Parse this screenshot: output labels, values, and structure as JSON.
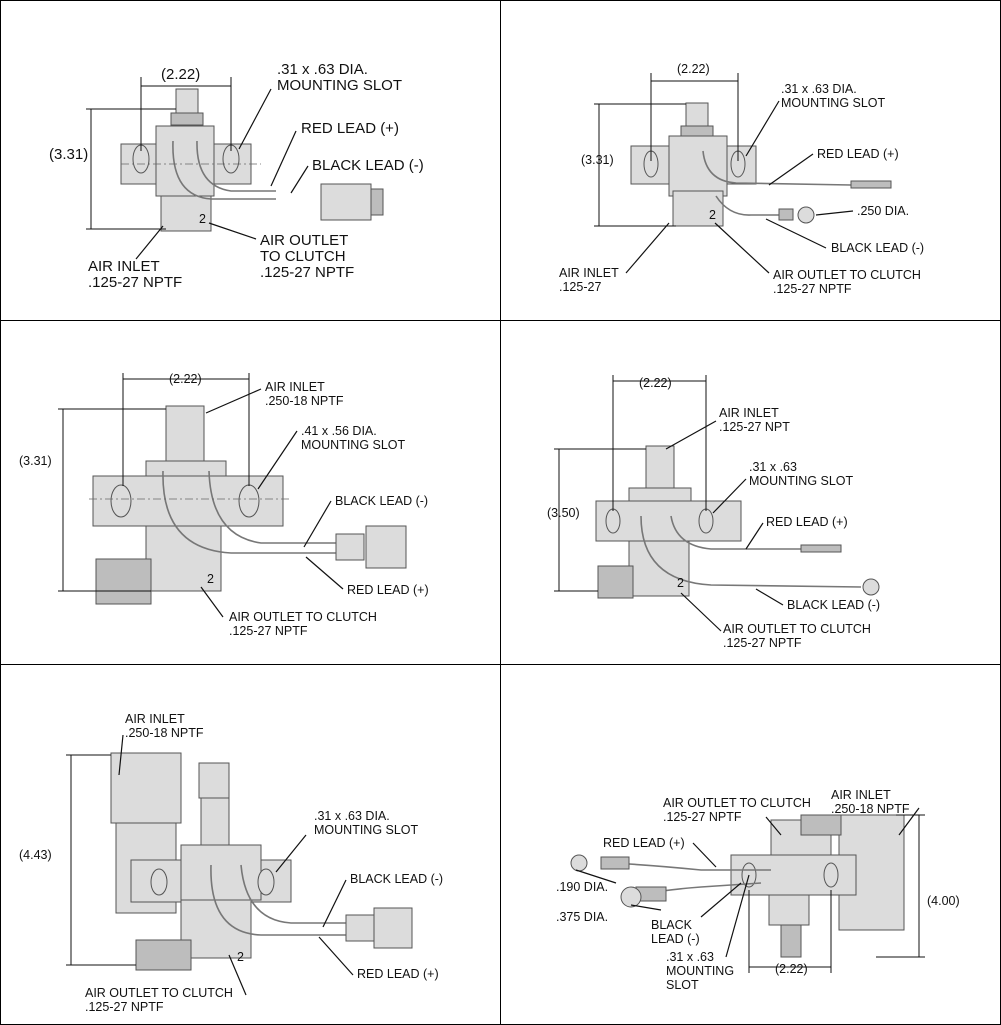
{
  "panels": [
    {
      "id": "tl",
      "labels": {
        "width_dim": "(2.22)",
        "height_dim": "(3.31)",
        "slot": ".31 x .63 DIA.",
        "slot2": "MOUNTING SLOT",
        "red": "RED LEAD (+)",
        "black": "BLACK LEAD (-)",
        "inlet": "AIR INLET",
        "inlet2": ".125-27 NPTF",
        "outlet": "AIR OUTLET",
        "outlet2": "TO CLUTCH",
        "outlet3": ".125-27 NPTF",
        "port": "2"
      }
    },
    {
      "id": "tr",
      "labels": {
        "width_dim": "(2.22)",
        "height_dim": "(3.31)",
        "slot": ".31 x .63 DIA.",
        "slot2": "MOUNTING SLOT",
        "red": "RED LEAD (+)",
        "dia": ".250 DIA.",
        "black": "BLACK LEAD (-)",
        "inlet": "AIR INLET",
        "inlet2": ".125-27",
        "outlet": "AIR OUTLET TO CLUTCH",
        "outlet2": ".125-27 NPTF",
        "port": "2"
      }
    },
    {
      "id": "ml",
      "labels": {
        "width_dim": "(2.22)",
        "height_dim": "(3.31)",
        "inlet": "AIR INLET",
        "inlet2": ".250-18 NPTF",
        "slot": ".41 x .56 DIA.",
        "slot2": "MOUNTING SLOT",
        "black": "BLACK LEAD (-)",
        "red": "RED LEAD (+)",
        "outlet": "AIR OUTLET TO CLUTCH",
        "outlet2": ".125-27 NPTF",
        "port": "2"
      }
    },
    {
      "id": "mr",
      "labels": {
        "width_dim": "(2.22)",
        "height_dim": "(3.50)",
        "inlet": "AIR INLET",
        "inlet2": ".125-27 NPT",
        "slot": ".31 x .63",
        "slot2": "MOUNTING SLOT",
        "red": "RED LEAD (+)",
        "black": "BLACK LEAD (-)",
        "outlet": "AIR OUTLET TO CLUTCH",
        "outlet2": ".125-27 NPTF",
        "port": "2"
      }
    },
    {
      "id": "bl",
      "labels": {
        "height_dim": "(4.43)",
        "inlet": "AIR INLET",
        "inlet2": ".250-18 NPTF",
        "slot": ".31 x .63 DIA.",
        "slot2": "MOUNTING SLOT",
        "black": "BLACK LEAD (-)",
        "red": "RED LEAD (+)",
        "outlet": "AIR OUTLET TO CLUTCH",
        "outlet2": ".125-27 NPTF",
        "port": "2"
      }
    },
    {
      "id": "br",
      "labels": {
        "outlet": "AIR OUTLET TO CLUTCH",
        "outlet2": ".125-27 NPTF",
        "inlet": "AIR INLET",
        "inlet2": ".250-18 NPTF",
        "red": "RED LEAD (+)",
        "dia1": ".190 DIA.",
        "dia2": ".375 DIA.",
        "black": "BLACK",
        "black2": "LEAD (-)",
        "slot": ".31 x .63",
        "slot2": "MOUNTING",
        "slot3": "SLOT",
        "height_dim": "(4.00)",
        "width_dim": "(2.22)"
      }
    }
  ]
}
